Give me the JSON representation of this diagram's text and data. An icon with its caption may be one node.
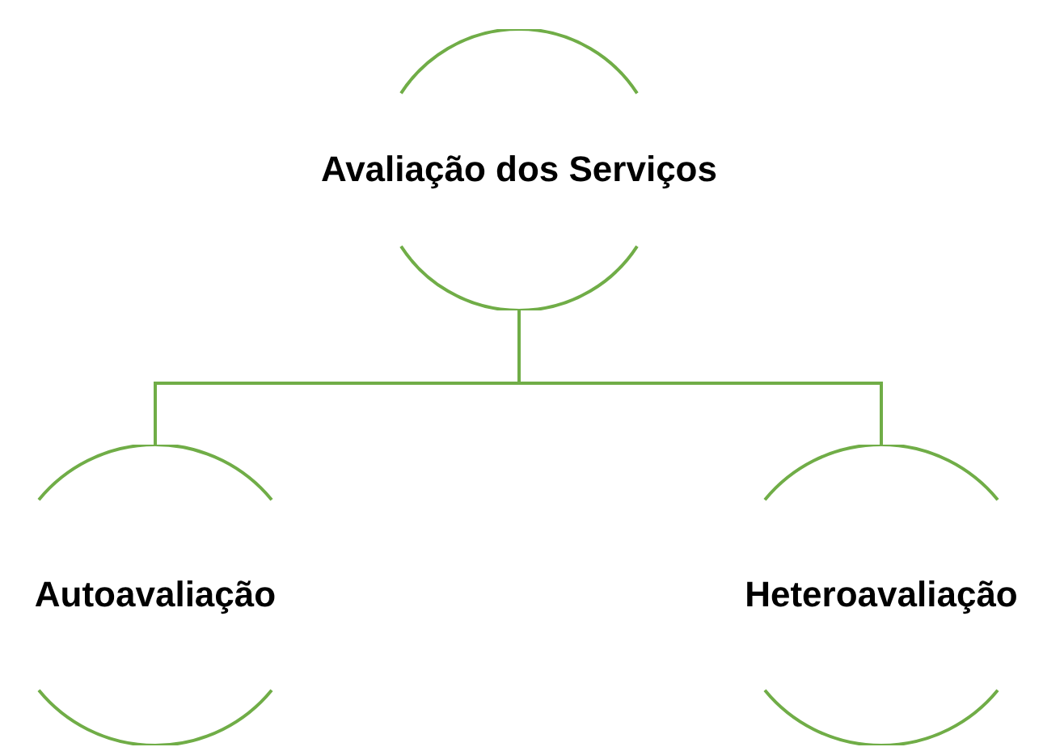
{
  "diagram": {
    "nodes": [
      {
        "text": [
          "Avaliação dos Serviços"
        ]
      },
      {
        "text": [
          "Autoavaliação"
        ]
      },
      {
        "text": [
          "Heteroavaliação"
        ]
      }
    ],
    "edges": [
      {
        "from": 0,
        "to": 1,
        "arrow": "none"
      },
      {
        "from": 0,
        "to": 2,
        "arrow": "none"
      }
    ]
  }
}
